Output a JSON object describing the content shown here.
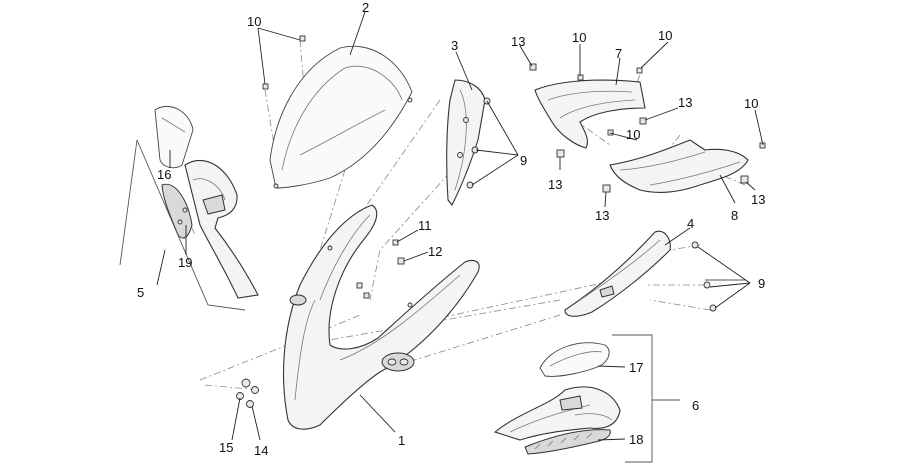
{
  "callouts": {
    "c1": "1",
    "c2": "2",
    "c3": "3",
    "c4": "4",
    "c5": "5",
    "c6": "6",
    "c7": "7",
    "c8": "8",
    "c9a": "9",
    "c9b": "9",
    "c10a": "10",
    "c10b": "10",
    "c10c": "10",
    "c10d": "10",
    "c10e": "10",
    "c11": "11",
    "c12": "12",
    "c13a": "13",
    "c13b": "13",
    "c13c": "13",
    "c13d": "13",
    "c13e": "13",
    "c14": "14",
    "c15": "15",
    "c16": "16",
    "c17": "17",
    "c18": "18",
    "c19": "19"
  },
  "colors": {
    "line": "#333333",
    "fill": "#f4f4f4",
    "background": "#ffffff"
  }
}
